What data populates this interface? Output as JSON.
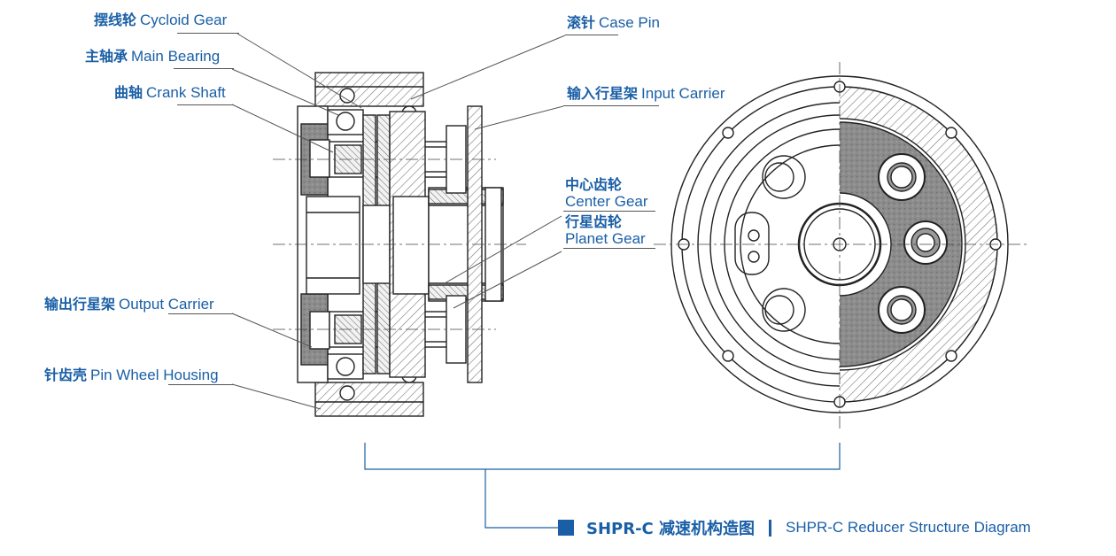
{
  "labels": {
    "cycloid_gear": {
      "zh": "摆线轮",
      "en": "Cycloid Gear"
    },
    "main_bearing": {
      "zh": "主轴承",
      "en": "Main Bearing"
    },
    "crank_shaft": {
      "zh": "曲轴",
      "en": "Crank Shaft"
    },
    "output_carrier": {
      "zh": "输出行星架",
      "en": "Output Carrier"
    },
    "pin_wheel_housing": {
      "zh": "针齿壳",
      "en": "Pin Wheel Housing"
    },
    "case_pin": {
      "zh": "滚针",
      "en": "Case Pin"
    },
    "input_carrier": {
      "zh": "输入行星架",
      "en": "Input Carrier"
    },
    "center_gear": {
      "zh": "中心齿轮",
      "en": "Center Gear"
    },
    "planet_gear": {
      "zh": "行星齿轮",
      "en": "Planet Gear"
    }
  },
  "caption": {
    "zh": "SHPR-C 减速机构造图",
    "en": "SHPR-C Reducer Structure Diagram"
  },
  "colors": {
    "label_blue": "#1a5fa6",
    "line_dark": "#222222",
    "hatch_gray": "#888888",
    "section_fill": "#8a8a8a",
    "leader_gray": "#555555"
  }
}
